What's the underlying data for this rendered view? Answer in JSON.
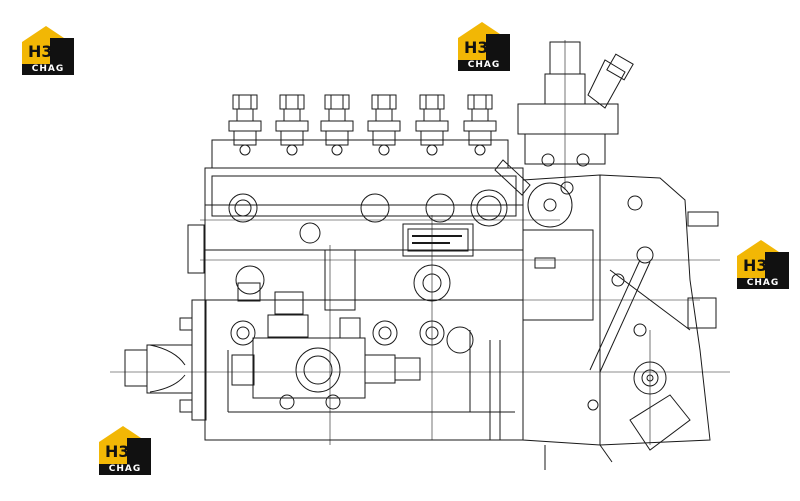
{
  "watermarks": [
    {
      "id": "top-left",
      "mark": "H3",
      "word": "CHAG"
    },
    {
      "id": "top-center",
      "mark": "H3",
      "word": "CHAG"
    },
    {
      "id": "right",
      "mark": "H3",
      "word": "CHAG"
    },
    {
      "id": "bottom-left",
      "mark": "H3",
      "word": "CHAG"
    }
  ],
  "colors": {
    "line": "#1a1a1a",
    "logo_gold": "#f2b705",
    "logo_dark": "#111111"
  }
}
